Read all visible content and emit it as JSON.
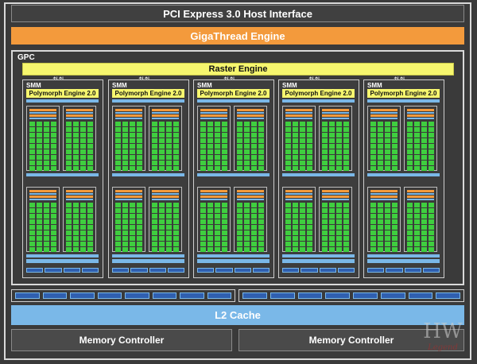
{
  "title": "PCI Express 3.0 Host Interface",
  "giga_thread": "GigaThread Engine",
  "gpc": {
    "label": "GPC",
    "raster_engine": "Raster Engine",
    "smms": [
      {
        "label": "SMM",
        "polymorph": "Polymorph Engine 2.0"
      },
      {
        "label": "SMM",
        "polymorph": "Polymorph Engine 2.0"
      },
      {
        "label": "SMM",
        "polymorph": "Polymorph Engine 2.0"
      },
      {
        "label": "SMM",
        "polymorph": "Polymorph Engine 2.0"
      },
      {
        "label": "SMM",
        "polymorph": "Polymorph Engine 2.0"
      }
    ]
  },
  "l2_cache": "L2 Cache",
  "memory_controllers": [
    "Memory Controller",
    "Memory Controller"
  ],
  "watermark": {
    "logo": "HW",
    "sub": "Legend"
  },
  "colors": {
    "background": "#3a3a3a",
    "orange": "#f39a3c",
    "yellow": "#f6f66e",
    "light_blue": "#7ab8e8",
    "cuda_core": "#3fce3f"
  }
}
